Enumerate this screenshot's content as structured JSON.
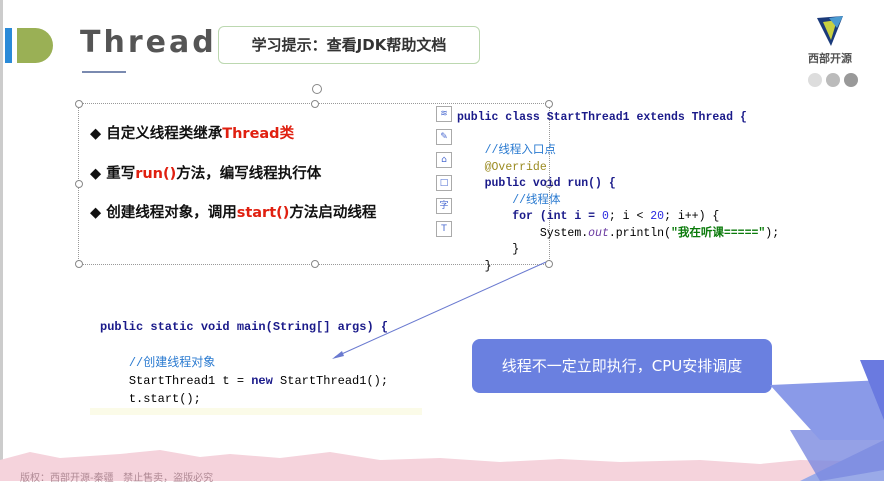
{
  "header": {
    "title": "Thread",
    "tip": "学习提示：查看JDK帮助文档",
    "logo_text": "西部开源"
  },
  "bullets": [
    {
      "pre": "自定义线程类继承",
      "hl": "Thread类",
      "post": ""
    },
    {
      "pre": "重写",
      "hl": "run()",
      "post": "方法，编写线程执行体"
    },
    {
      "pre": "创建线程对象，调用",
      "hl": "start()",
      "post": "方法启动线程"
    }
  ],
  "code1": {
    "l1a": "public class ",
    "l1b": "StartThread1 ",
    "l1c": "extends ",
    "l1d": "Thread {",
    "c1": "//线程入口点",
    "ann": "@Override",
    "l3": "public void run() {",
    "c2": "//线程体",
    "f1": "for (int i = ",
    "f2": "0",
    "f3": "; i < ",
    "f4": "20",
    "f5": "; i++) {",
    "p1": "System.",
    "p2": "out",
    "p3": ".println(",
    "p4": "\"我在听课=====\"",
    "p5": ");",
    "b1": "}",
    "b2": "}"
  },
  "code2": {
    "l1": "public static void main(String[] args) {",
    "c": "//创建线程对象",
    "l2a": "StartThread1 t = ",
    "l2b": "new ",
    "l2c": "StartThread1();",
    "l3": "t.start();"
  },
  "callout": "线程不一定立即执行，CPU安排调度",
  "footer": "版权：西部开源-秦疆   禁止售卖，盗版必究",
  "colors": {
    "blue": "#2a8ad8",
    "green": "#9ab055",
    "callout": "#6a80e0"
  }
}
